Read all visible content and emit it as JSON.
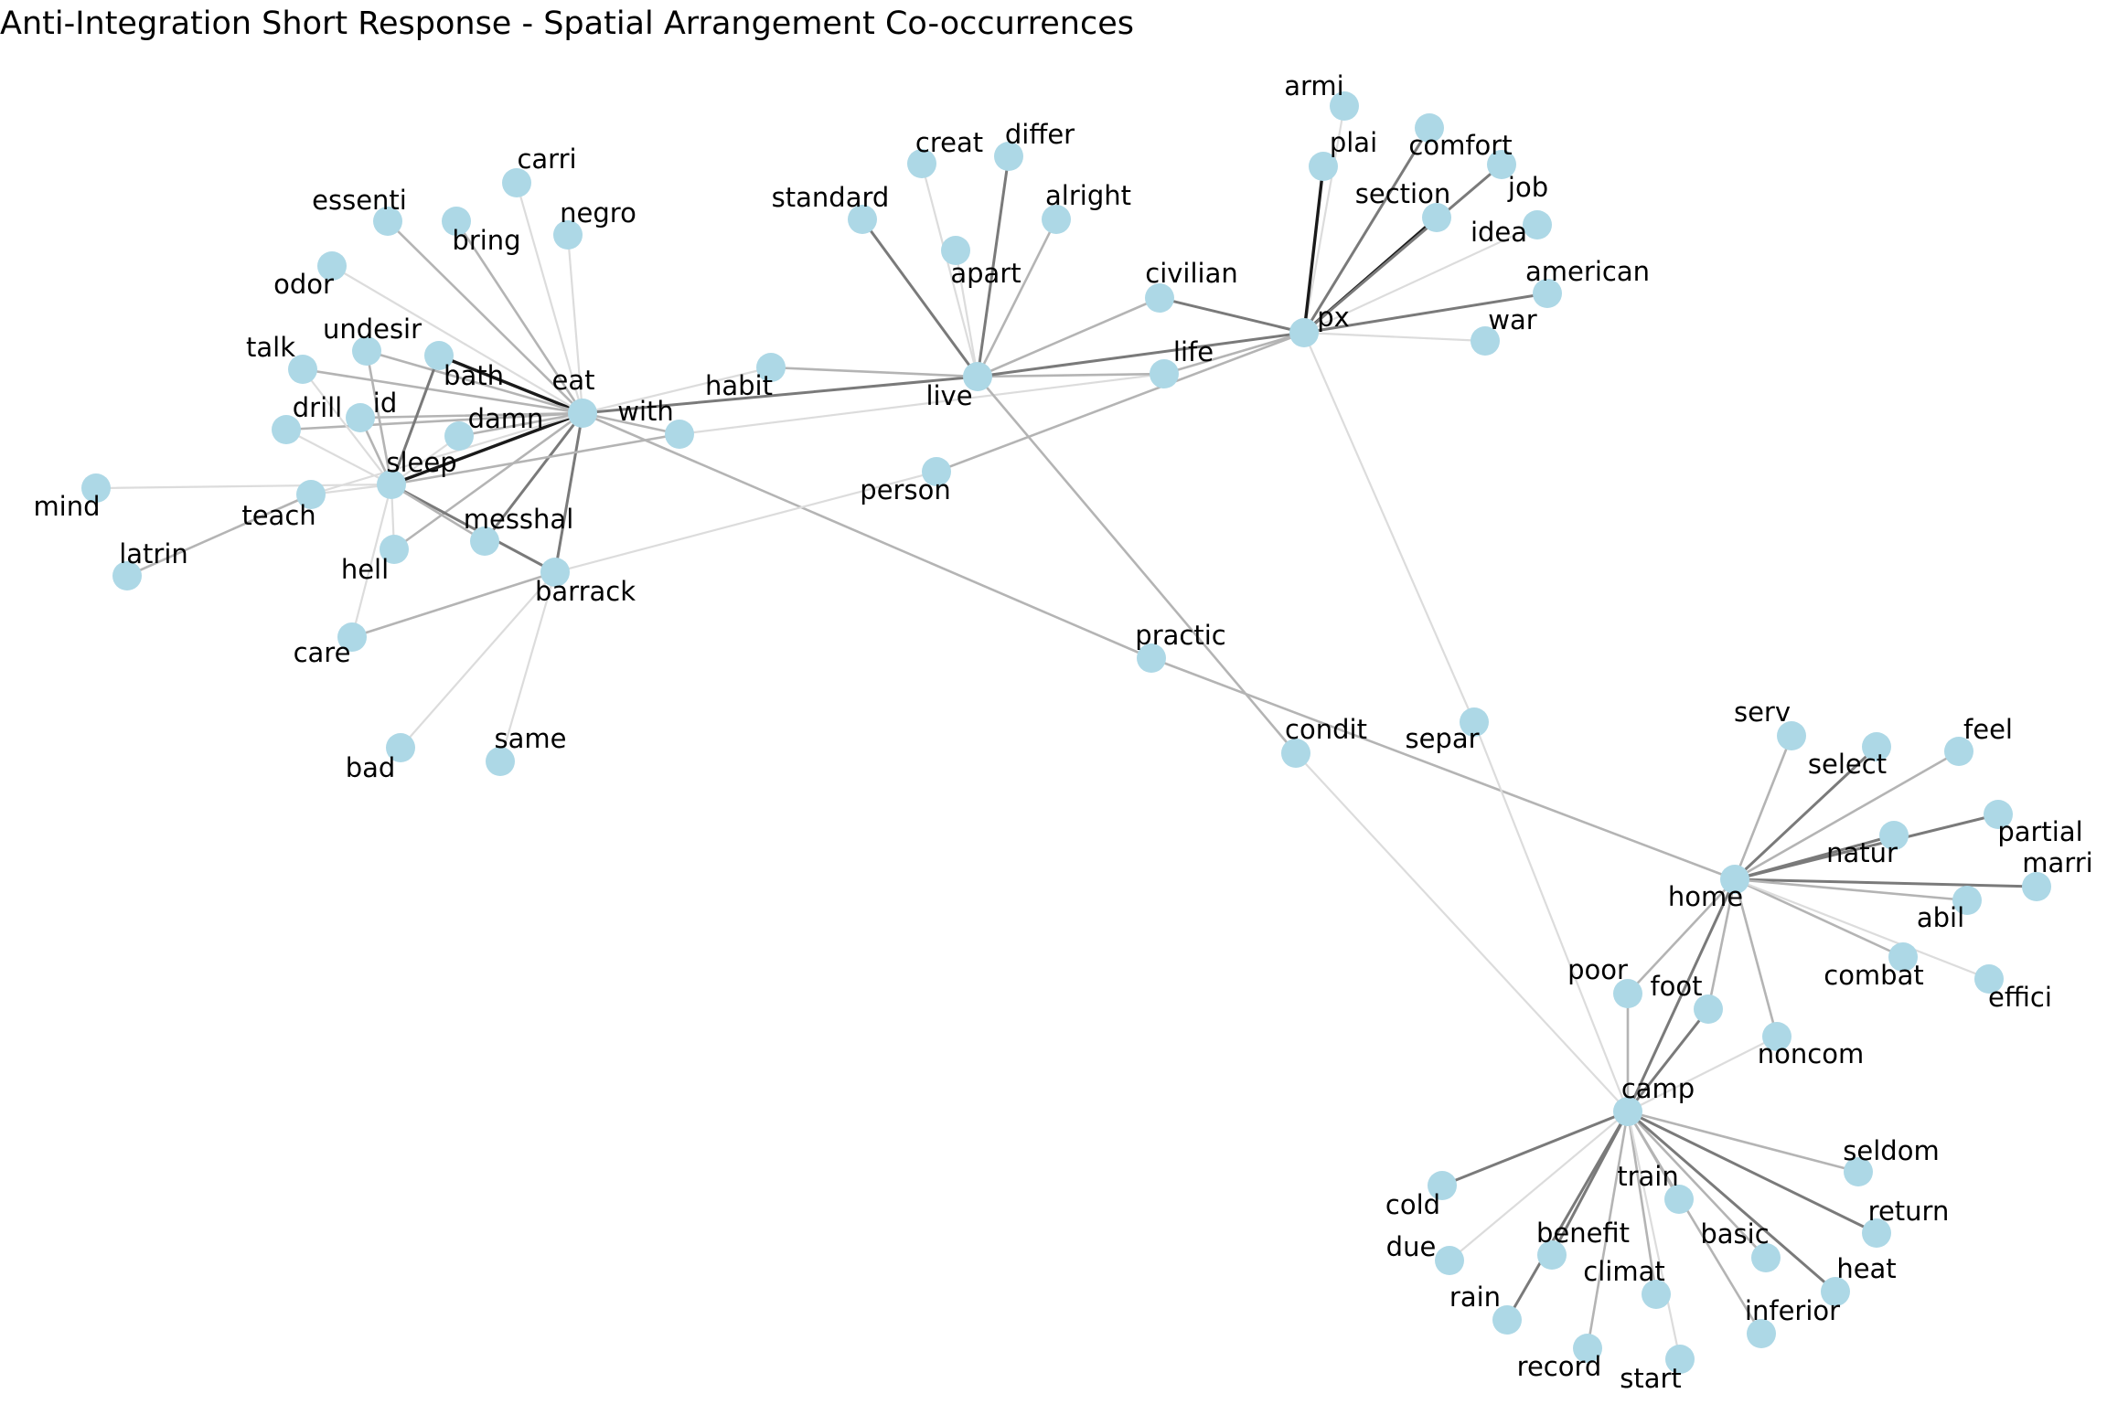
{
  "title": "Anti-Integration Short Response - Spatial Arrangement Co-occurrences",
  "colors": {
    "background": "#ffffff",
    "node_fill": "#add8e6",
    "edge_weak": "#dcdcdc",
    "edge_medium": "#b4b4b4",
    "edge_strong": "#7a7a7a",
    "edge_strongest": "#1a1a1a",
    "label": "#000000"
  },
  "graph": {
    "nodes": [
      {
        "id": "eat",
        "label": "eat"
      },
      {
        "id": "sleep",
        "label": "sleep"
      },
      {
        "id": "barrack",
        "label": "barrack"
      },
      {
        "id": "with",
        "label": "with"
      },
      {
        "id": "messhal",
        "label": "messhal"
      },
      {
        "id": "damn",
        "label": "damn"
      },
      {
        "id": "id",
        "label": "id"
      },
      {
        "id": "bath",
        "label": "bath"
      },
      {
        "id": "undesir",
        "label": "undesir"
      },
      {
        "id": "talk",
        "label": "talk"
      },
      {
        "id": "drill",
        "label": "drill"
      },
      {
        "id": "teach",
        "label": "teach"
      },
      {
        "id": "mind",
        "label": "mind"
      },
      {
        "id": "latrin",
        "label": "latrin"
      },
      {
        "id": "hell",
        "label": "hell"
      },
      {
        "id": "care",
        "label": "care"
      },
      {
        "id": "bad",
        "label": "bad"
      },
      {
        "id": "same",
        "label": "same"
      },
      {
        "id": "odor",
        "label": "odor"
      },
      {
        "id": "essenti",
        "label": "essenti"
      },
      {
        "id": "bring",
        "label": "bring"
      },
      {
        "id": "carri",
        "label": "carri"
      },
      {
        "id": "negro",
        "label": "negro"
      },
      {
        "id": "habit",
        "label": "habit"
      },
      {
        "id": "live",
        "label": "live"
      },
      {
        "id": "standard",
        "label": "standard"
      },
      {
        "id": "creat",
        "label": "creat"
      },
      {
        "id": "differ",
        "label": "differ"
      },
      {
        "id": "apart",
        "label": "apart"
      },
      {
        "id": "alright",
        "label": "alright"
      },
      {
        "id": "civilian",
        "label": "civilian"
      },
      {
        "id": "life",
        "label": "life"
      },
      {
        "id": "person",
        "label": "person"
      },
      {
        "id": "px",
        "label": "px"
      },
      {
        "id": "armi",
        "label": "armi"
      },
      {
        "id": "plai",
        "label": "plai"
      },
      {
        "id": "comfort",
        "label": "comfort"
      },
      {
        "id": "section",
        "label": "section"
      },
      {
        "id": "job",
        "label": "job"
      },
      {
        "id": "idea",
        "label": "idea"
      },
      {
        "id": "american",
        "label": "american"
      },
      {
        "id": "war",
        "label": "war"
      },
      {
        "id": "practic",
        "label": "practic"
      },
      {
        "id": "condit",
        "label": "condit"
      },
      {
        "id": "separ",
        "label": "separ"
      },
      {
        "id": "home",
        "label": "home"
      },
      {
        "id": "serv",
        "label": "serv"
      },
      {
        "id": "select",
        "label": "select"
      },
      {
        "id": "feel",
        "label": "feel"
      },
      {
        "id": "natur",
        "label": "natur"
      },
      {
        "id": "partial",
        "label": "partial"
      },
      {
        "id": "marri",
        "label": "marri"
      },
      {
        "id": "abil",
        "label": "abil"
      },
      {
        "id": "combat",
        "label": "combat"
      },
      {
        "id": "effici",
        "label": "effici"
      },
      {
        "id": "poor",
        "label": "poor"
      },
      {
        "id": "foot",
        "label": "foot"
      },
      {
        "id": "noncom",
        "label": "noncom"
      },
      {
        "id": "camp",
        "label": "camp"
      },
      {
        "id": "cold",
        "label": "cold"
      },
      {
        "id": "due",
        "label": "due"
      },
      {
        "id": "benefit",
        "label": "benefit"
      },
      {
        "id": "train",
        "label": "train"
      },
      {
        "id": "basic",
        "label": "basic"
      },
      {
        "id": "seldom",
        "label": "seldom"
      },
      {
        "id": "return",
        "label": "return"
      },
      {
        "id": "heat",
        "label": "heat"
      },
      {
        "id": "inferior",
        "label": "inferior"
      },
      {
        "id": "climat",
        "label": "climat"
      },
      {
        "id": "rain",
        "label": "rain"
      },
      {
        "id": "record",
        "label": "record"
      },
      {
        "id": "start",
        "label": "start"
      }
    ],
    "edges": [
      {
        "source": "eat",
        "target": "sleep",
        "strength": "strongest"
      },
      {
        "source": "eat",
        "target": "barrack",
        "strength": "strong"
      },
      {
        "source": "eat",
        "target": "messhal",
        "strength": "strong"
      },
      {
        "source": "eat",
        "target": "with",
        "strength": "medium"
      },
      {
        "source": "eat",
        "target": "damn",
        "strength": "medium"
      },
      {
        "source": "eat",
        "target": "id",
        "strength": "medium"
      },
      {
        "source": "eat",
        "target": "bath",
        "strength": "strongest"
      },
      {
        "source": "eat",
        "target": "undesir",
        "strength": "medium"
      },
      {
        "source": "eat",
        "target": "talk",
        "strength": "medium"
      },
      {
        "source": "eat",
        "target": "drill",
        "strength": "medium"
      },
      {
        "source": "eat",
        "target": "odor",
        "strength": "weak"
      },
      {
        "source": "eat",
        "target": "essenti",
        "strength": "medium"
      },
      {
        "source": "eat",
        "target": "bring",
        "strength": "medium"
      },
      {
        "source": "eat",
        "target": "carri",
        "strength": "weak"
      },
      {
        "source": "eat",
        "target": "negro",
        "strength": "weak"
      },
      {
        "source": "eat",
        "target": "hell",
        "strength": "medium"
      },
      {
        "source": "eat",
        "target": "habit",
        "strength": "weak"
      },
      {
        "source": "eat",
        "target": "live",
        "strength": "strong"
      },
      {
        "source": "eat",
        "target": "practic",
        "strength": "medium"
      },
      {
        "source": "eat",
        "target": "teach",
        "strength": "weak"
      },
      {
        "source": "sleep",
        "target": "barrack",
        "strength": "strong"
      },
      {
        "source": "sleep",
        "target": "messhal",
        "strength": "medium"
      },
      {
        "source": "sleep",
        "target": "damn",
        "strength": "weak"
      },
      {
        "source": "sleep",
        "target": "id",
        "strength": "medium"
      },
      {
        "source": "sleep",
        "target": "bath",
        "strength": "strong"
      },
      {
        "source": "sleep",
        "target": "undesir",
        "strength": "medium"
      },
      {
        "source": "sleep",
        "target": "talk",
        "strength": "weak"
      },
      {
        "source": "sleep",
        "target": "drill",
        "strength": "weak"
      },
      {
        "source": "sleep",
        "target": "teach",
        "strength": "weak"
      },
      {
        "source": "sleep",
        "target": "mind",
        "strength": "weak"
      },
      {
        "source": "sleep",
        "target": "hell",
        "strength": "weak"
      },
      {
        "source": "sleep",
        "target": "care",
        "strength": "weak"
      },
      {
        "source": "sleep",
        "target": "with",
        "strength": "medium"
      },
      {
        "source": "teach",
        "target": "latrin",
        "strength": "medium"
      },
      {
        "source": "barrack",
        "target": "care",
        "strength": "medium"
      },
      {
        "source": "barrack",
        "target": "bad",
        "strength": "weak"
      },
      {
        "source": "barrack",
        "target": "same",
        "strength": "weak"
      },
      {
        "source": "barrack",
        "target": "person",
        "strength": "weak"
      },
      {
        "source": "with",
        "target": "life",
        "strength": "weak"
      },
      {
        "source": "live",
        "target": "habit",
        "strength": "medium"
      },
      {
        "source": "live",
        "target": "standard",
        "strength": "strong"
      },
      {
        "source": "live",
        "target": "creat",
        "strength": "weak"
      },
      {
        "source": "live",
        "target": "differ",
        "strength": "strong"
      },
      {
        "source": "live",
        "target": "apart",
        "strength": "weak"
      },
      {
        "source": "live",
        "target": "alright",
        "strength": "medium"
      },
      {
        "source": "live",
        "target": "civilian",
        "strength": "medium"
      },
      {
        "source": "live",
        "target": "life",
        "strength": "medium"
      },
      {
        "source": "live",
        "target": "px",
        "strength": "strong"
      },
      {
        "source": "live",
        "target": "condit",
        "strength": "medium"
      },
      {
        "source": "person",
        "target": "px",
        "strength": "medium"
      },
      {
        "source": "px",
        "target": "civilian",
        "strength": "strong"
      },
      {
        "source": "px",
        "target": "life",
        "strength": "medium"
      },
      {
        "source": "px",
        "target": "armi",
        "strength": "weak"
      },
      {
        "source": "px",
        "target": "plai",
        "strength": "strongest"
      },
      {
        "source": "px",
        "target": "comfort",
        "strength": "strong"
      },
      {
        "source": "px",
        "target": "section",
        "strength": "strongest"
      },
      {
        "source": "px",
        "target": "job",
        "strength": "strong"
      },
      {
        "source": "px",
        "target": "idea",
        "strength": "weak"
      },
      {
        "source": "px",
        "target": "american",
        "strength": "strong"
      },
      {
        "source": "px",
        "target": "war",
        "strength": "weak"
      },
      {
        "source": "px",
        "target": "separ",
        "strength": "weak"
      },
      {
        "source": "practic",
        "target": "home",
        "strength": "medium"
      },
      {
        "source": "condit",
        "target": "camp",
        "strength": "weak"
      },
      {
        "source": "separ",
        "target": "camp",
        "strength": "weak"
      },
      {
        "source": "home",
        "target": "serv",
        "strength": "medium"
      },
      {
        "source": "home",
        "target": "select",
        "strength": "strong"
      },
      {
        "source": "home",
        "target": "feel",
        "strength": "medium"
      },
      {
        "source": "home",
        "target": "natur",
        "strength": "strong"
      },
      {
        "source": "home",
        "target": "partial",
        "strength": "strong"
      },
      {
        "source": "home",
        "target": "marri",
        "strength": "strong"
      },
      {
        "source": "home",
        "target": "abil",
        "strength": "medium"
      },
      {
        "source": "home",
        "target": "combat",
        "strength": "medium"
      },
      {
        "source": "home",
        "target": "effici",
        "strength": "weak"
      },
      {
        "source": "home",
        "target": "poor",
        "strength": "medium"
      },
      {
        "source": "home",
        "target": "foot",
        "strength": "medium"
      },
      {
        "source": "home",
        "target": "noncom",
        "strength": "medium"
      },
      {
        "source": "home",
        "target": "camp",
        "strength": "strong"
      },
      {
        "source": "camp",
        "target": "poor",
        "strength": "medium"
      },
      {
        "source": "camp",
        "target": "foot",
        "strength": "strong"
      },
      {
        "source": "camp",
        "target": "noncom",
        "strength": "weak"
      },
      {
        "source": "camp",
        "target": "cold",
        "strength": "strong"
      },
      {
        "source": "camp",
        "target": "due",
        "strength": "weak"
      },
      {
        "source": "camp",
        "target": "benefit",
        "strength": "strong"
      },
      {
        "source": "camp",
        "target": "train",
        "strength": "medium"
      },
      {
        "source": "camp",
        "target": "basic",
        "strength": "medium"
      },
      {
        "source": "camp",
        "target": "seldom",
        "strength": "medium"
      },
      {
        "source": "camp",
        "target": "return",
        "strength": "strong"
      },
      {
        "source": "camp",
        "target": "heat",
        "strength": "strong"
      },
      {
        "source": "camp",
        "target": "inferior",
        "strength": "medium"
      },
      {
        "source": "camp",
        "target": "climat",
        "strength": "medium"
      },
      {
        "source": "camp",
        "target": "rain",
        "strength": "strong"
      },
      {
        "source": "camp",
        "target": "record",
        "strength": "medium"
      },
      {
        "source": "camp",
        "target": "start",
        "strength": "weak"
      }
    ]
  }
}
